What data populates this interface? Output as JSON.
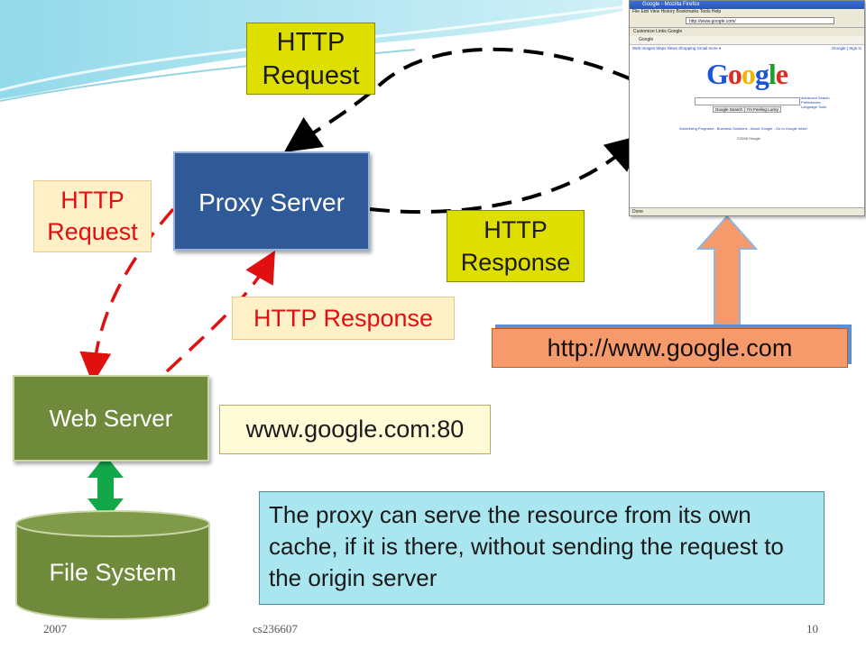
{
  "labels": {
    "http_request_top": "HTTP Request",
    "http_request_left": "HTTP Request",
    "http_response_right": "HTTP Response",
    "http_response_mid": "HTTP Response",
    "http_line1": "HTTP",
    "request_word": "Request",
    "response_word": "Response"
  },
  "nodes": {
    "proxy_server": "Proxy Server",
    "web_server": "Web Server",
    "file_system": "File System"
  },
  "address": {
    "web_server_addr": "www.google.com:80",
    "url": "http://www.google.com"
  },
  "note": {
    "text": "The proxy can serve the resource from its own cache, if it is there, without sending the request to the origin server"
  },
  "browser": {
    "window_title": "Google - Mozilla Firefox",
    "menu": "File  Edit  View  History  Bookmarks  Tools  Help",
    "address_value": "http://www.google.com/",
    "bookmarks": "Customize Links   Google",
    "tab_title": "Google",
    "top_links": "Web  Images  Maps  News  Shopping  Gmail  more ▾",
    "top_right_links": "iGoogle | Sign in",
    "logo_letters": [
      "G",
      "o",
      "o",
      "g",
      "l",
      "e"
    ],
    "logo_colors": [
      "#1a55d9",
      "#e02a1f",
      "#f2b400",
      "#1a55d9",
      "#1e9e2e",
      "#e02a1f"
    ],
    "search_button": "Google Search",
    "lucky_button": "I'm Feeling Lucky",
    "side_links": [
      "Advanced Search",
      "Preferences",
      "Language Tools"
    ],
    "footer_links": "Advertising Programs - Business Solutions - About Google - Go to Google Israel",
    "copyright": "©2008 Google",
    "status": "Done"
  },
  "footer": {
    "year": "2007",
    "course": "cs236607",
    "page": "10"
  },
  "colors": {
    "label_yellow": "#dede00",
    "label_peach": "#fff0c8",
    "red_text": "#e01010",
    "green_node": "#6f8a3a",
    "blue_node": "#2f5a97",
    "url_orange": "#f79a6b",
    "note_blue": "#a9e6ef",
    "green_arrow": "#12a84a",
    "orange_arrow": "#f79a6b"
  }
}
